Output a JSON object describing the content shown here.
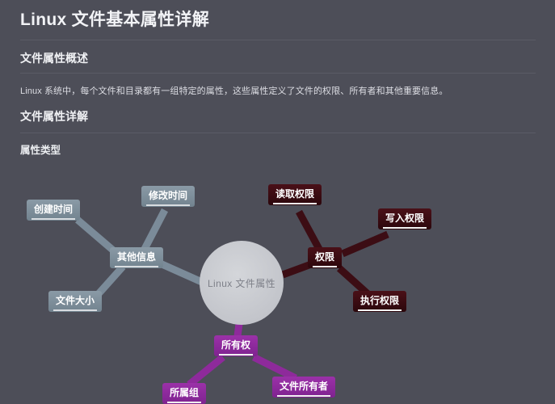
{
  "document": {
    "title": "Linux 文件基本属性详解",
    "sections": [
      {
        "heading": "文件属性概述",
        "paragraph": "Linux 系统中，每个文件和目录都有一组特定的属性，这些属性定义了文件的权限、所有者和其他重要信息。"
      },
      {
        "heading": "文件属性详解",
        "subheading": "属性类型"
      }
    ]
  },
  "mindmap": {
    "center": {
      "label": "Linux 文件属性"
    },
    "branches": [
      {
        "label": "其他信息",
        "color": "#7b8b99",
        "children": [
          {
            "label": "创建时间"
          },
          {
            "label": "修改时间"
          },
          {
            "label": "文件大小"
          }
        ]
      },
      {
        "label": "权限",
        "color": "#3a0c12",
        "children": [
          {
            "label": "读取权限"
          },
          {
            "label": "写入权限"
          },
          {
            "label": "执行权限"
          }
        ]
      },
      {
        "label": "所有权",
        "color": "#8e2a9b",
        "children": [
          {
            "label": "所属组"
          },
          {
            "label": "文件所有者"
          }
        ]
      }
    ]
  },
  "theme": {
    "background": "#4d4e58",
    "text": "#e9eaee",
    "rule": "#61626d",
    "branch_blue": "#7b8b99",
    "branch_red": "#3a0c12",
    "branch_purple": "#8e2a9b",
    "center_fill": "#c9cbd0"
  }
}
